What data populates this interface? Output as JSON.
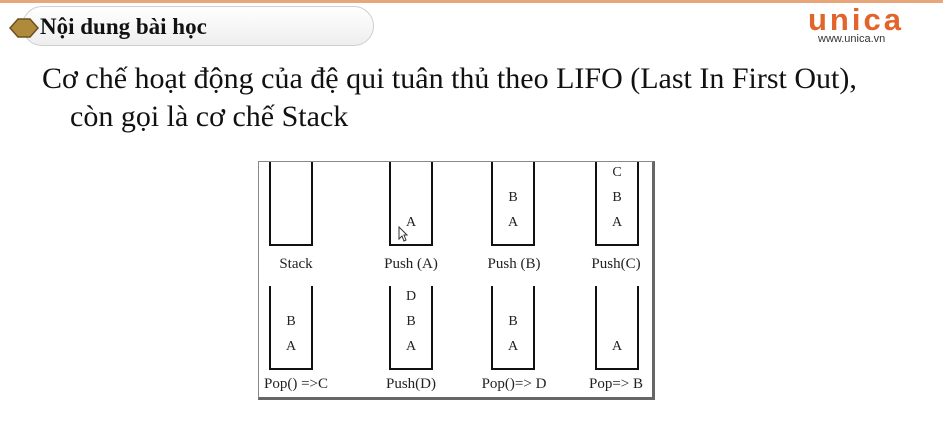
{
  "header": {
    "title": "Nội dung bài học",
    "logo_text": "unica",
    "logo_url": "www.unica.vn"
  },
  "body": {
    "line1": "Cơ chế hoạt động của đệ qui tuân thủ theo LIFO (Last In First Out),",
    "line2": "còn gọi là cơ chế Stack"
  },
  "diagram": {
    "stacks": [
      {
        "caption": "Stack",
        "items": []
      },
      {
        "caption": "Push (A)",
        "items": [
          "A"
        ]
      },
      {
        "caption": "Push (B)",
        "items": [
          "B",
          "A"
        ]
      },
      {
        "caption": "Push(C)",
        "items": [
          "C",
          "B",
          "A"
        ]
      },
      {
        "caption": "Pop() =>C",
        "items": [
          "B",
          "A"
        ]
      },
      {
        "caption": "Push(D)",
        "items": [
          "D",
          "B",
          "A"
        ]
      },
      {
        "caption": "Pop()=> D",
        "items": [
          "B",
          "A"
        ]
      },
      {
        "caption": "Pop=> B",
        "items": [
          "A"
        ]
      }
    ]
  },
  "colors": {
    "brand": "#e2632b",
    "bullet": "#b08a3c",
    "accent_line": "#e8a77a"
  }
}
